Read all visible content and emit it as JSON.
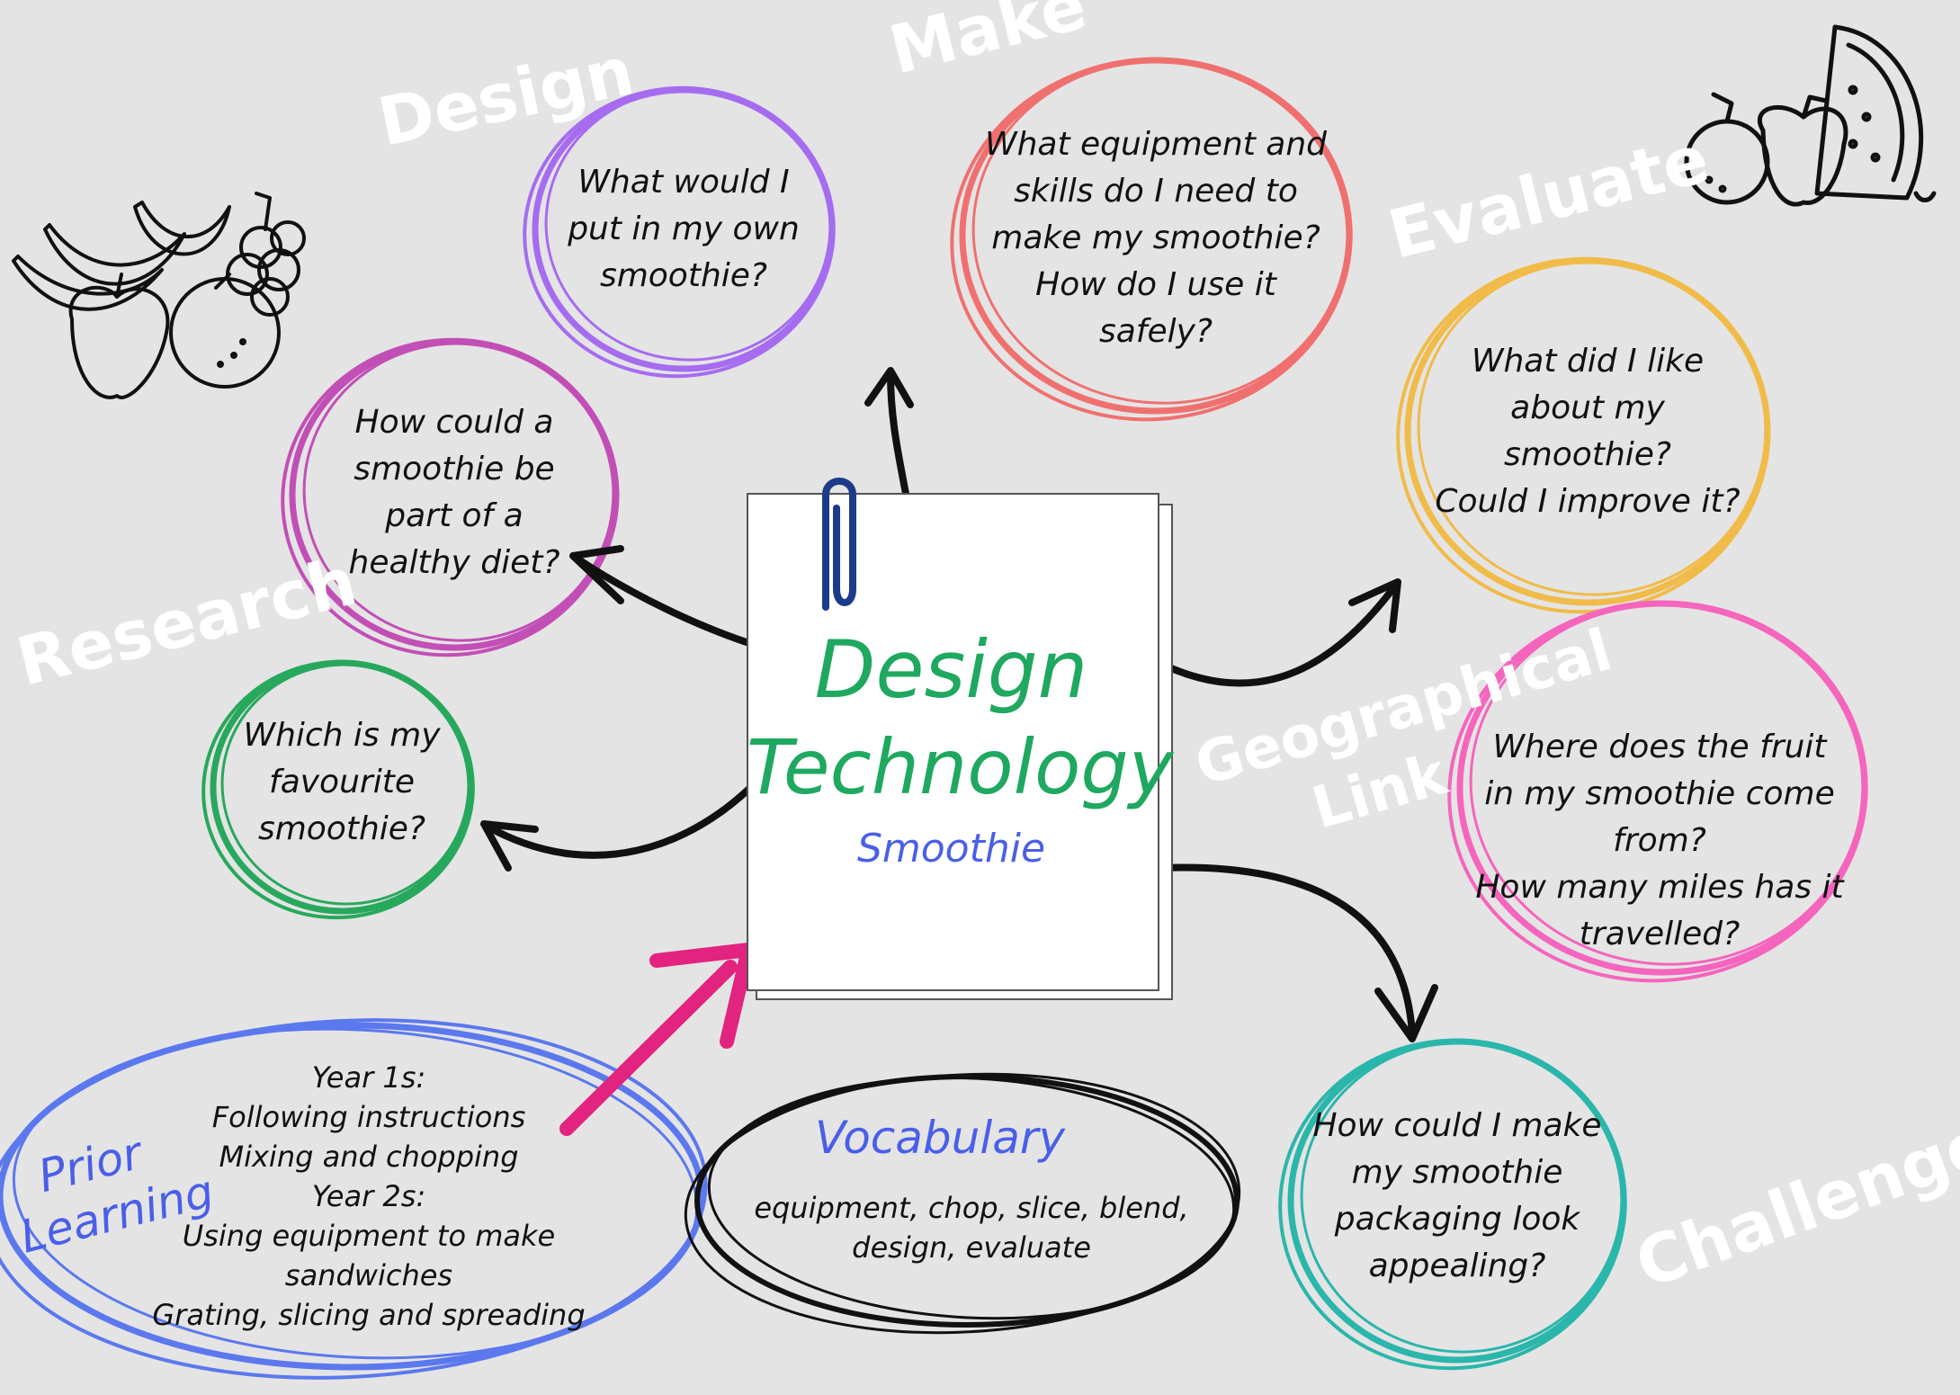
{
  "colors": {
    "background": "#e4e4e4",
    "label": "#ffffff",
    "title": "#1fa85f",
    "subtitle": "#4a5fe8",
    "design": "#a66cf0",
    "make": "#f07070",
    "research_top": "#c24fb5",
    "research_bottom": "#27a85c",
    "evaluate": "#f0bb48",
    "geo": "#f565bd",
    "challenge": "#2ab6ab",
    "prior": "#5b78ee",
    "vocabulary": "#111111",
    "accent_arrow": "#e2237f"
  },
  "center": {
    "title_line1": "Design",
    "title_line2": "Technology",
    "subtitle": "Smoothie"
  },
  "labels": {
    "design": "Design",
    "make": "Make",
    "evaluate": "Evaluate",
    "research": "Research",
    "geo_line1": "Geographical",
    "geo_line2": "Link",
    "challenge": "Challenge"
  },
  "nodes": {
    "design": [
      "What would I",
      "put in my own",
      "smoothie?"
    ],
    "make": [
      "What equipment and",
      "skills do I need to",
      "make my smoothie?",
      "How do I use it",
      "safely?"
    ],
    "healthy": [
      "How could a",
      "smoothie be",
      "part of a",
      "healthy diet?"
    ],
    "favourite": [
      "Which is my",
      "favourite",
      "smoothie?"
    ],
    "evaluate": [
      "What did I like",
      "about my",
      "smoothie?",
      "Could I improve it?"
    ],
    "geo": [
      "Where does the fruit",
      "in my smoothie come",
      "from?",
      "How many miles has it",
      "travelled?"
    ],
    "challenge": [
      "How could I make",
      "my smoothie",
      "packaging look",
      "appealing?"
    ]
  },
  "prior_learning": {
    "label_line1": "Prior",
    "label_line2": "Learning",
    "lines": [
      "Year 1s:",
      "Following instructions",
      "Mixing and chopping",
      "Year 2s:",
      "Using equipment to make",
      "sandwiches",
      "Grating, slicing and spreading"
    ]
  },
  "vocabulary": {
    "title": "Vocabulary",
    "lines": [
      "equipment, chop, slice, blend,",
      "design, evaluate"
    ]
  },
  "icons": [
    "fruit-basket-icon",
    "fruit-watermelon-icon",
    "paperclip-icon"
  ]
}
